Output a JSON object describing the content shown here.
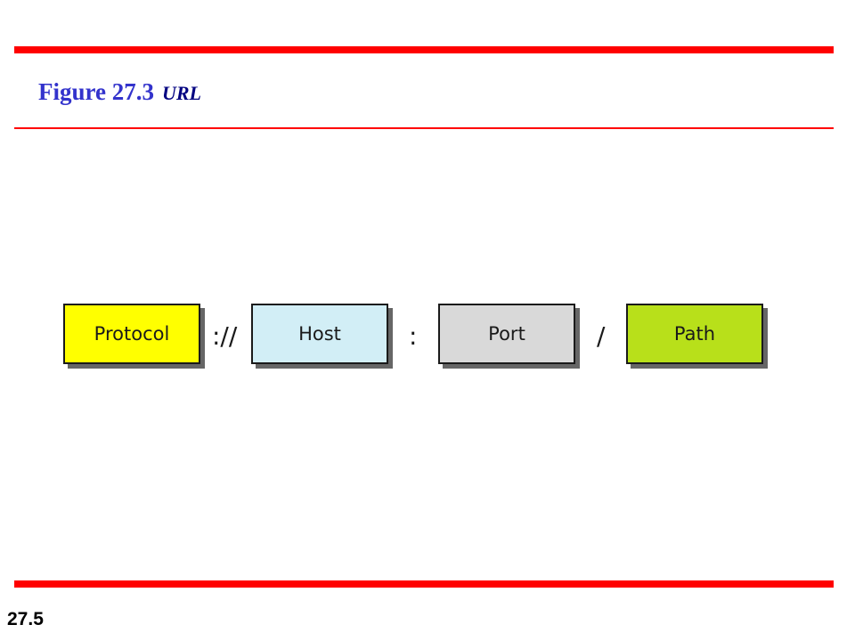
{
  "title": {
    "number": "Figure 27.3",
    "caption": "URL"
  },
  "diagram": {
    "components": [
      {
        "label": "Protocol",
        "color": "#ffff00"
      },
      {
        "label": "Host",
        "color": "#d2eef6"
      },
      {
        "label": "Port",
        "color": "#d9d9d9"
      },
      {
        "label": "Path",
        "color": "#b8e01a"
      }
    ],
    "separators": [
      "://",
      ":",
      "/"
    ]
  },
  "page_number": "27.5",
  "colors": {
    "rule": "#ff0000",
    "title": "#3333cc",
    "caption": "#000080"
  }
}
